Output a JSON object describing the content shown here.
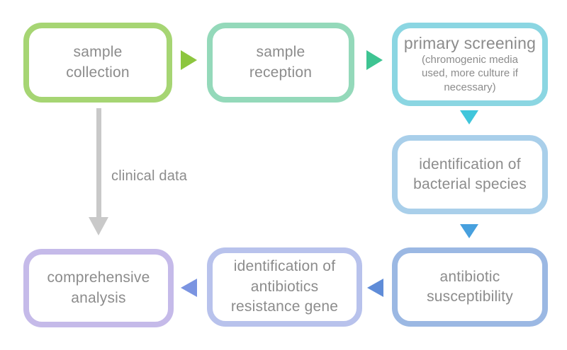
{
  "canvas": {
    "background": "#ffffff",
    "text_color": "#8c8c8c"
  },
  "boxes": [
    {
      "id": "sample-collection",
      "label": "sample\ncollection",
      "border_color": "#a6d573"
    },
    {
      "id": "sample-reception",
      "label": "sample\nreception",
      "border_color": "#94d9ba"
    },
    {
      "id": "primary-screening",
      "title": "primary screening",
      "subtitle": "(chromogenic media\nused, more culture if\nnecessary)",
      "border_color": "#8bd6e2"
    },
    {
      "id": "identification-of-bacterial-species",
      "label": "identification of\nbacterial species",
      "border_color": "#a9cfea"
    },
    {
      "id": "antibiotic-susceptibility",
      "label": "antibiotic\nsusceptibility",
      "border_color": "#9bb8e3"
    },
    {
      "id": "identification-of-antibiotics-resistance-gene",
      "label": "identification of\nantibiotics\nresistance gene",
      "border_color": "#b8c2ec"
    },
    {
      "id": "comprehensive-analysis",
      "label": "comprehensive\nanalysis",
      "border_color": "#c5bae9"
    }
  ],
  "arrows": [
    {
      "id": "collection-to-reception",
      "direction": "right",
      "color": "#8dc63f"
    },
    {
      "id": "reception-to-screening",
      "direction": "right",
      "color": "#3ec492"
    },
    {
      "id": "screening-to-identification",
      "direction": "down",
      "color": "#40c6db"
    },
    {
      "id": "identification-to-susceptibility",
      "direction": "down",
      "color": "#47a0de"
    },
    {
      "id": "susceptibility-to-resistance-gene",
      "direction": "left",
      "color": "#5f8cd8"
    },
    {
      "id": "resistance-gene-to-analysis",
      "direction": "left",
      "color": "#7b94e1"
    }
  ],
  "clinical_arrow": {
    "label": "clinical data",
    "direction": "down",
    "color": "#c9c9c9"
  }
}
